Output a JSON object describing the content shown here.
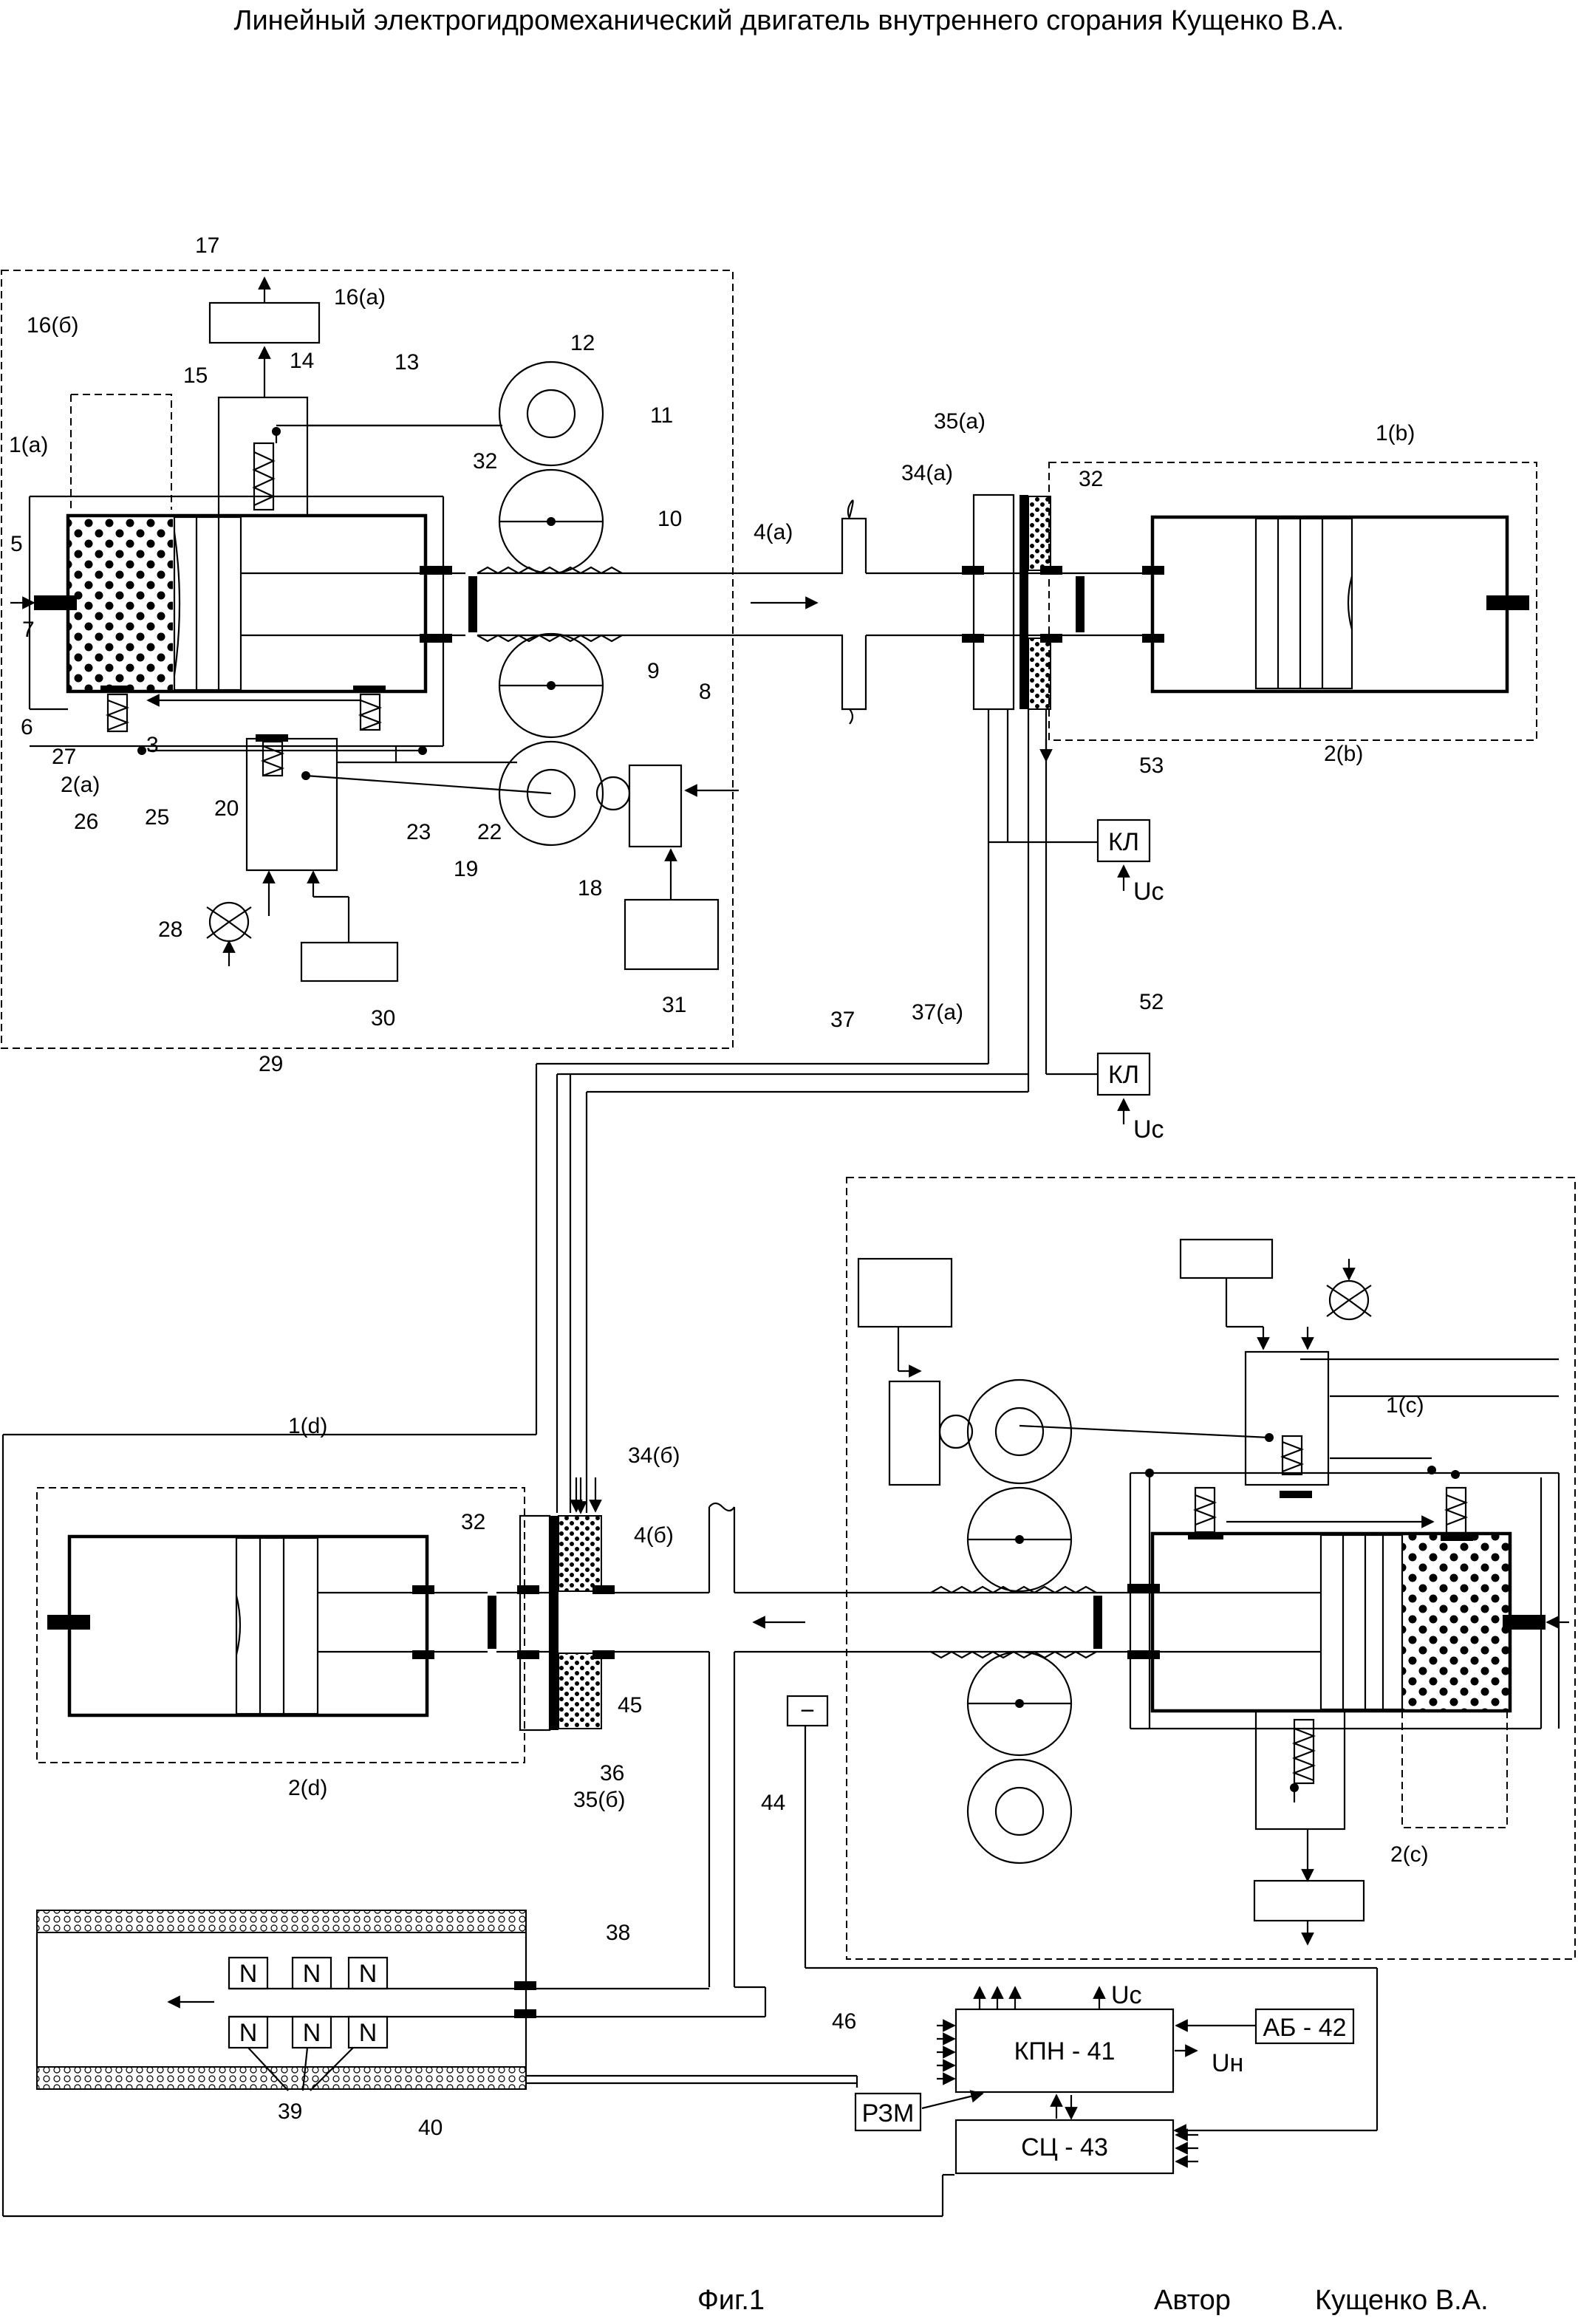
{
  "title": "Линейный электрогидромеханический двигатель внутреннего сгорания Кущенко В.А.",
  "footer": {
    "figure": "Фиг.1",
    "author_label": "Автор",
    "author_name": "Кущенко В.А."
  },
  "labels": {
    "n17": "17",
    "n16a": "16(а)",
    "n16b": "16(б)",
    "n14": "14",
    "n15": "15",
    "n13": "13",
    "n12": "12",
    "n11": "11",
    "n1a": "1(а)",
    "n32a": "32",
    "n10": "10",
    "n5": "5",
    "n7": "7",
    "n6": "6",
    "n27": "27",
    "n2a": "2(а)",
    "n3": "3",
    "n26": "26",
    "n25": "25",
    "n9": "9",
    "n8": "8",
    "n20": "20",
    "n23": "23",
    "n22": "22",
    "n19": "19",
    "n18": "18",
    "n28": "28",
    "n30": "30",
    "n31": "31",
    "n29": "29",
    "n4a": "4(а)",
    "n35a": "35(а)",
    "n34a": "34(а)",
    "n32b": "32",
    "n1b": "1(b)",
    "n2b": "2(b)",
    "n53": "53",
    "n52": "52",
    "n37": "37",
    "n37a": "37(а)",
    "n1c": "1(c)",
    "n2c": "2(c)",
    "n1d": "1(d)",
    "n34b": "34(б)",
    "n4b": "4(б)",
    "n32c": "32",
    "n45": "45",
    "n36": "36",
    "n35b": "35(б)",
    "n2d": "2(d)",
    "n44": "44",
    "n38": "38",
    "n39": "39",
    "n40": "40",
    "n46": "46"
  },
  "boxes": {
    "kl53": "КЛ",
    "kl52": "КЛ",
    "uc1": "Uc",
    "uc2": "Uc",
    "uc3": "Uc",
    "un": "Uн",
    "kpn": "КПН - 41",
    "ab": "АБ - 42",
    "sc": "СЦ - 43",
    "rzm": "РЗМ",
    "minus": "−"
  },
  "magnets": [
    "N",
    "N",
    "N",
    "N",
    "N",
    "N"
  ]
}
